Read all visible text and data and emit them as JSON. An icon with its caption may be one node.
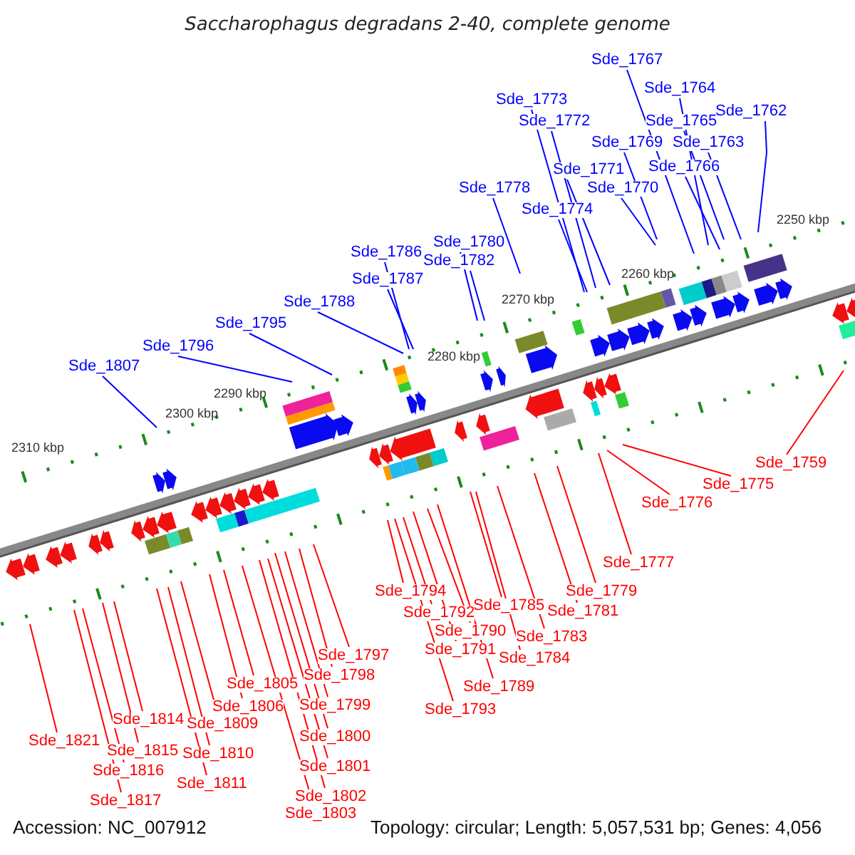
{
  "diagram": {
    "title": "Saccharophagus degradans 2-40, complete genome",
    "nodes": [
      {
        "text": [
          "Sde_1767"
        ]
      },
      {
        "text": [
          "Sde_1764"
        ]
      },
      {
        "text": [
          "Sde_1773"
        ]
      },
      {
        "text": [
          "Sde_1762"
        ]
      },
      {
        "text": [
          "Sde_1772"
        ]
      },
      {
        "text": [
          "Sde_1765"
        ]
      },
      {
        "text": [
          "Sde_1769"
        ]
      },
      {
        "text": [
          "Sde_1763"
        ]
      },
      {
        "text": [
          "Sde_1771"
        ]
      },
      {
        "text": [
          "Sde_1766"
        ]
      },
      {
        "text": [
          "Sde_1770"
        ]
      },
      {
        "text": [
          "Sde_1778"
        ]
      },
      {
        "text": [
          "Sde_1774"
        ]
      },
      {
        "text": [
          "Sde_1780"
        ]
      },
      {
        "text": [
          "Sde_1782"
        ]
      },
      {
        "text": [
          "Sde_1786"
        ]
      },
      {
        "text": [
          "Sde_1787"
        ]
      },
      {
        "text": [
          "Sde_1788"
        ]
      },
      {
        "text": [
          "Sde_1795"
        ]
      },
      {
        "text": [
          "Sde_1796"
        ]
      },
      {
        "text": [
          "Sde_1807"
        ]
      },
      {
        "text": [
          "Sde_1759"
        ]
      },
      {
        "text": [
          "Sde_1775"
        ]
      },
      {
        "text": [
          "Sde_1776"
        ]
      },
      {
        "text": [
          "Sde_1777"
        ]
      },
      {
        "text": [
          "Sde_1779"
        ]
      },
      {
        "text": [
          "Sde_1781"
        ]
      },
      {
        "text": [
          "Sde_1783"
        ]
      },
      {
        "text": [
          "Sde_1784"
        ]
      },
      {
        "text": [
          "Sde_1785"
        ]
      },
      {
        "text": [
          "Sde_1789"
        ]
      },
      {
        "text": [
          "Sde_1790"
        ]
      },
      {
        "text": [
          "Sde_1791"
        ]
      },
      {
        "text": [
          "Sde_1792"
        ]
      },
      {
        "text": [
          "Sde_1793"
        ]
      },
      {
        "text": [
          "Sde_1794"
        ]
      },
      {
        "text": [
          "Sde_1797"
        ]
      },
      {
        "text": [
          "Sde_1798"
        ]
      },
      {
        "text": [
          "Sde_1799"
        ]
      },
      {
        "text": [
          "Sde_1800"
        ]
      },
      {
        "text": [
          "Sde_1801"
        ]
      },
      {
        "text": [
          "Sde_1802"
        ]
      },
      {
        "text": [
          "Sde_1803"
        ]
      },
      {
        "text": [
          "Sde_1805"
        ]
      },
      {
        "text": [
          "Sde_1806"
        ]
      },
      {
        "text": [
          "Sde_1809"
        ]
      },
      {
        "text": [
          "Sde_1810"
        ]
      },
      {
        "text": [
          "Sde_1811"
        ]
      },
      {
        "text": [
          "Sde_1814"
        ]
      },
      {
        "text": [
          "Sde_1815"
        ]
      },
      {
        "text": [
          "Sde_1816"
        ]
      },
      {
        "text": [
          "Sde_1817"
        ]
      },
      {
        "text": [
          "Sde_1821"
        ]
      }
    ],
    "edges": [
      {
        "from": 0,
        "to": null,
        "arrow": "none",
        "color": "#0000ff"
      },
      {
        "from": 1,
        "to": null,
        "arrow": "none",
        "color": "#0000ff"
      },
      {
        "from": 2,
        "to": null,
        "arrow": "none",
        "color": "#0000ff"
      },
      {
        "from": 3,
        "to": null,
        "arrow": "none",
        "color": "#0000ff"
      },
      {
        "from": 4,
        "to": null,
        "arrow": "none",
        "color": "#0000ff"
      },
      {
        "from": 5,
        "to": null,
        "arrow": "none",
        "color": "#0000ff"
      },
      {
        "from": 6,
        "to": null,
        "arrow": "none",
        "color": "#0000ff"
      },
      {
        "from": 7,
        "to": null,
        "arrow": "none",
        "color": "#0000ff"
      },
      {
        "from": 8,
        "to": null,
        "arrow": "none",
        "color": "#0000ff"
      },
      {
        "from": 9,
        "to": null,
        "arrow": "none",
        "color": "#0000ff"
      },
      {
        "from": 10,
        "to": null,
        "arrow": "none",
        "color": "#0000ff"
      },
      {
        "from": 11,
        "to": null,
        "arrow": "none",
        "color": "#0000ff"
      },
      {
        "from": 12,
        "to": null,
        "arrow": "none",
        "color": "#0000ff"
      },
      {
        "from": 13,
        "to": null,
        "arrow": "none",
        "color": "#0000ff"
      },
      {
        "from": 14,
        "to": null,
        "arrow": "none",
        "color": "#0000ff"
      },
      {
        "from": 15,
        "to": null,
        "arrow": "none",
        "color": "#0000ff"
      },
      {
        "from": 16,
        "to": null,
        "arrow": "none",
        "color": "#0000ff"
      },
      {
        "from": 17,
        "to": null,
        "arrow": "none",
        "color": "#0000ff"
      },
      {
        "from": 18,
        "to": null,
        "arrow": "none",
        "color": "#0000ff"
      },
      {
        "from": 19,
        "to": null,
        "arrow": "none",
        "color": "#0000ff"
      },
      {
        "from": 20,
        "to": null,
        "arrow": "none",
        "color": "#0000ff"
      },
      {
        "from": 21,
        "to": null,
        "arrow": "none"
      },
      {
        "from": 22,
        "to": null,
        "arrow": "none"
      },
      {
        "from": 23,
        "to": null,
        "arrow": "none"
      },
      {
        "from": 24,
        "to": null,
        "arrow": "none"
      },
      {
        "from": 25,
        "to": null,
        "arrow": "none"
      },
      {
        "from": 26,
        "to": null,
        "arrow": "none"
      },
      {
        "from": 27,
        "to": null,
        "arrow": "none"
      },
      {
        "from": 28,
        "to": null,
        "arrow": "none"
      },
      {
        "from": 29,
        "to": null,
        "arrow": "none"
      },
      {
        "from": 30,
        "to": null,
        "arrow": "none"
      },
      {
        "from": 31,
        "to": null,
        "arrow": "none"
      },
      {
        "from": 32,
        "to": null,
        "arrow": "none"
      },
      {
        "from": 33,
        "to": null,
        "arrow": "none"
      },
      {
        "from": 34,
        "to": null,
        "arrow": "none"
      },
      {
        "from": 35,
        "to": null,
        "arrow": "none"
      },
      {
        "from": 36,
        "to": null,
        "arrow": "none"
      },
      {
        "from": 37,
        "to": null,
        "arrow": "none"
      },
      {
        "from": 38,
        "to": null,
        "arrow": "none"
      },
      {
        "from": 39,
        "to": null,
        "arrow": "none"
      },
      {
        "from": 40,
        "to": null,
        "arrow": "none"
      },
      {
        "from": 41,
        "to": null,
        "arrow": "none"
      },
      {
        "from": 42,
        "to": null,
        "arrow": "none"
      },
      {
        "from": 43,
        "to": null,
        "arrow": "none"
      },
      {
        "from": 44,
        "to": null,
        "arrow": "none"
      },
      {
        "from": 45,
        "to": null,
        "arrow": "none"
      },
      {
        "from": 46,
        "to": null,
        "arrow": "none"
      },
      {
        "from": 47,
        "to": null,
        "arrow": "none"
      },
      {
        "from": 48,
        "to": null,
        "arrow": "none"
      },
      {
        "from": 49,
        "to": null,
        "arrow": "none"
      },
      {
        "from": 50,
        "to": null,
        "arrow": "none"
      },
      {
        "from": 51,
        "to": null,
        "arrow": "none"
      },
      {
        "from": 52,
        "to": null,
        "arrow": "none"
      }
    ],
    "labels": [
      "2250 kbp",
      "2260 kbp",
      "2270 kbp",
      "2280 kbp",
      "2290 kbp",
      "2300 kbp",
      "2310 kbp",
      "Accession: NC_007912",
      "Topology: circular; Length: 5,057,531 bp; Genes: 4,056"
    ]
  }
}
